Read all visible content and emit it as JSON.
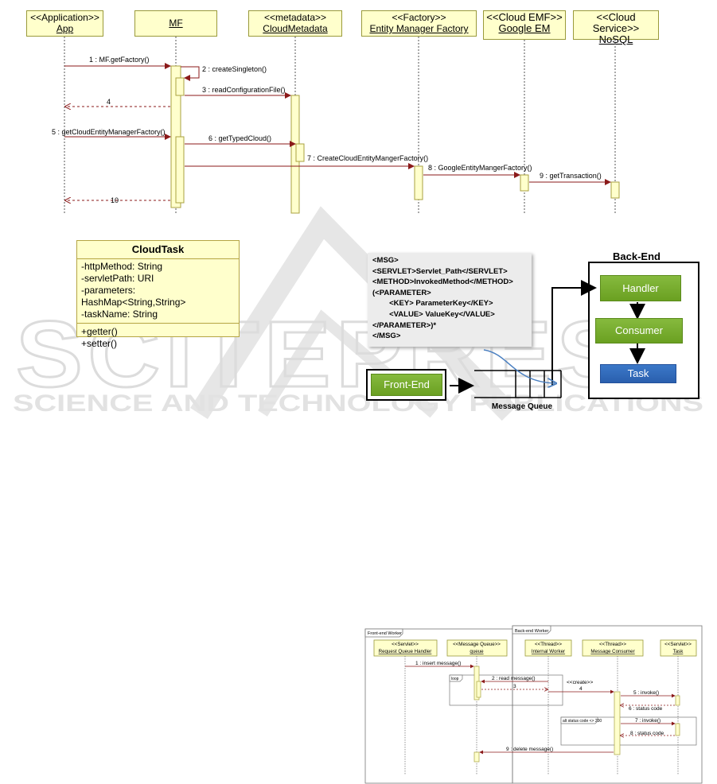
{
  "seq1": {
    "headers": [
      {
        "stereo": "<<Application>>",
        "name": "App"
      },
      {
        "stereo": "",
        "name": "MF"
      },
      {
        "stereo": "<<metadata>>",
        "name": "CloudMetadata"
      },
      {
        "stereo": "<<Factory>>",
        "name": "Entity Manager Factory"
      },
      {
        "stereo": "<<Cloud EMF>>",
        "name": "Google EM"
      },
      {
        "stereo": "<<Cloud Service>>",
        "name": "NoSQL"
      }
    ],
    "messages": [
      "1 : MF.getFactory()",
      "2 : createSingleton()",
      "3 : readConfigurationFile()",
      "4",
      "5 : getCloudEntityManagerFactory()",
      "6 : getTypedCloud()",
      "7 : CreateCloudEntityMangerFactory()",
      "8 : GoogleEntityMangerFactory()",
      "9 : getTransaction()",
      "10"
    ]
  },
  "class_box": {
    "name": "CloudTask",
    "attributes": [
      "-httpMethod: String",
      "-servletPath: URI",
      "-parameters: HashMap<String,String>",
      "-taskName: String"
    ],
    "operations": [
      "+getter()",
      "+setter()"
    ]
  },
  "architecture": {
    "message_lines": [
      "<MSG>",
      "<SERVLET>Servlet_Path</SERVLET>",
      "<METHOD>InvokedMethod</METHOD>",
      "(<PARAMETER>",
      "        <KEY> ParameterKey</KEY>",
      "        <VALUE> ValueKey</VALUE>",
      "</PARAMETER>)*",
      "</MSG>"
    ],
    "backend_title": "Back-End",
    "handler": "Handler",
    "consumer": "Consumer",
    "task": "Task",
    "frontend": "Front-End",
    "queue_label": "Message Queue"
  },
  "watermark": {
    "big": "SCITEPRESS",
    "small": "SCIENCE AND TECHNOLOGY PUBLICATIONS"
  },
  "seq2": {
    "frame_front": "Front-end Worker",
    "frame_back": "Back-end Worker",
    "headers": [
      {
        "stereo": "<<Servlet>>",
        "name": "Request Queue Handler"
      },
      {
        "stereo": "<<Message Queue>>",
        "name": "queue"
      },
      {
        "stereo": "<<Thread>>",
        "name": "Internal Worker"
      },
      {
        "stereo": "<<Thread>>",
        "name": "Message Consumer"
      },
      {
        "stereo": "<<Servlet>>",
        "name": "Task"
      }
    ],
    "loop_label": "loop",
    "alt_label": "alt status code <> 200",
    "create_label": "<<create>>",
    "messages": [
      "1 : insert message()",
      "2 : read message()",
      "3",
      "4",
      "5 : invoke()",
      "6 : status code",
      "7 : invoke()",
      "8 : status code",
      "9 : delete message()"
    ]
  },
  "colors": {
    "lifeline_box": "#ffffcc",
    "message_line": "#8b1a1a",
    "green": "#6aa021",
    "blue": "#2a5fae"
  }
}
